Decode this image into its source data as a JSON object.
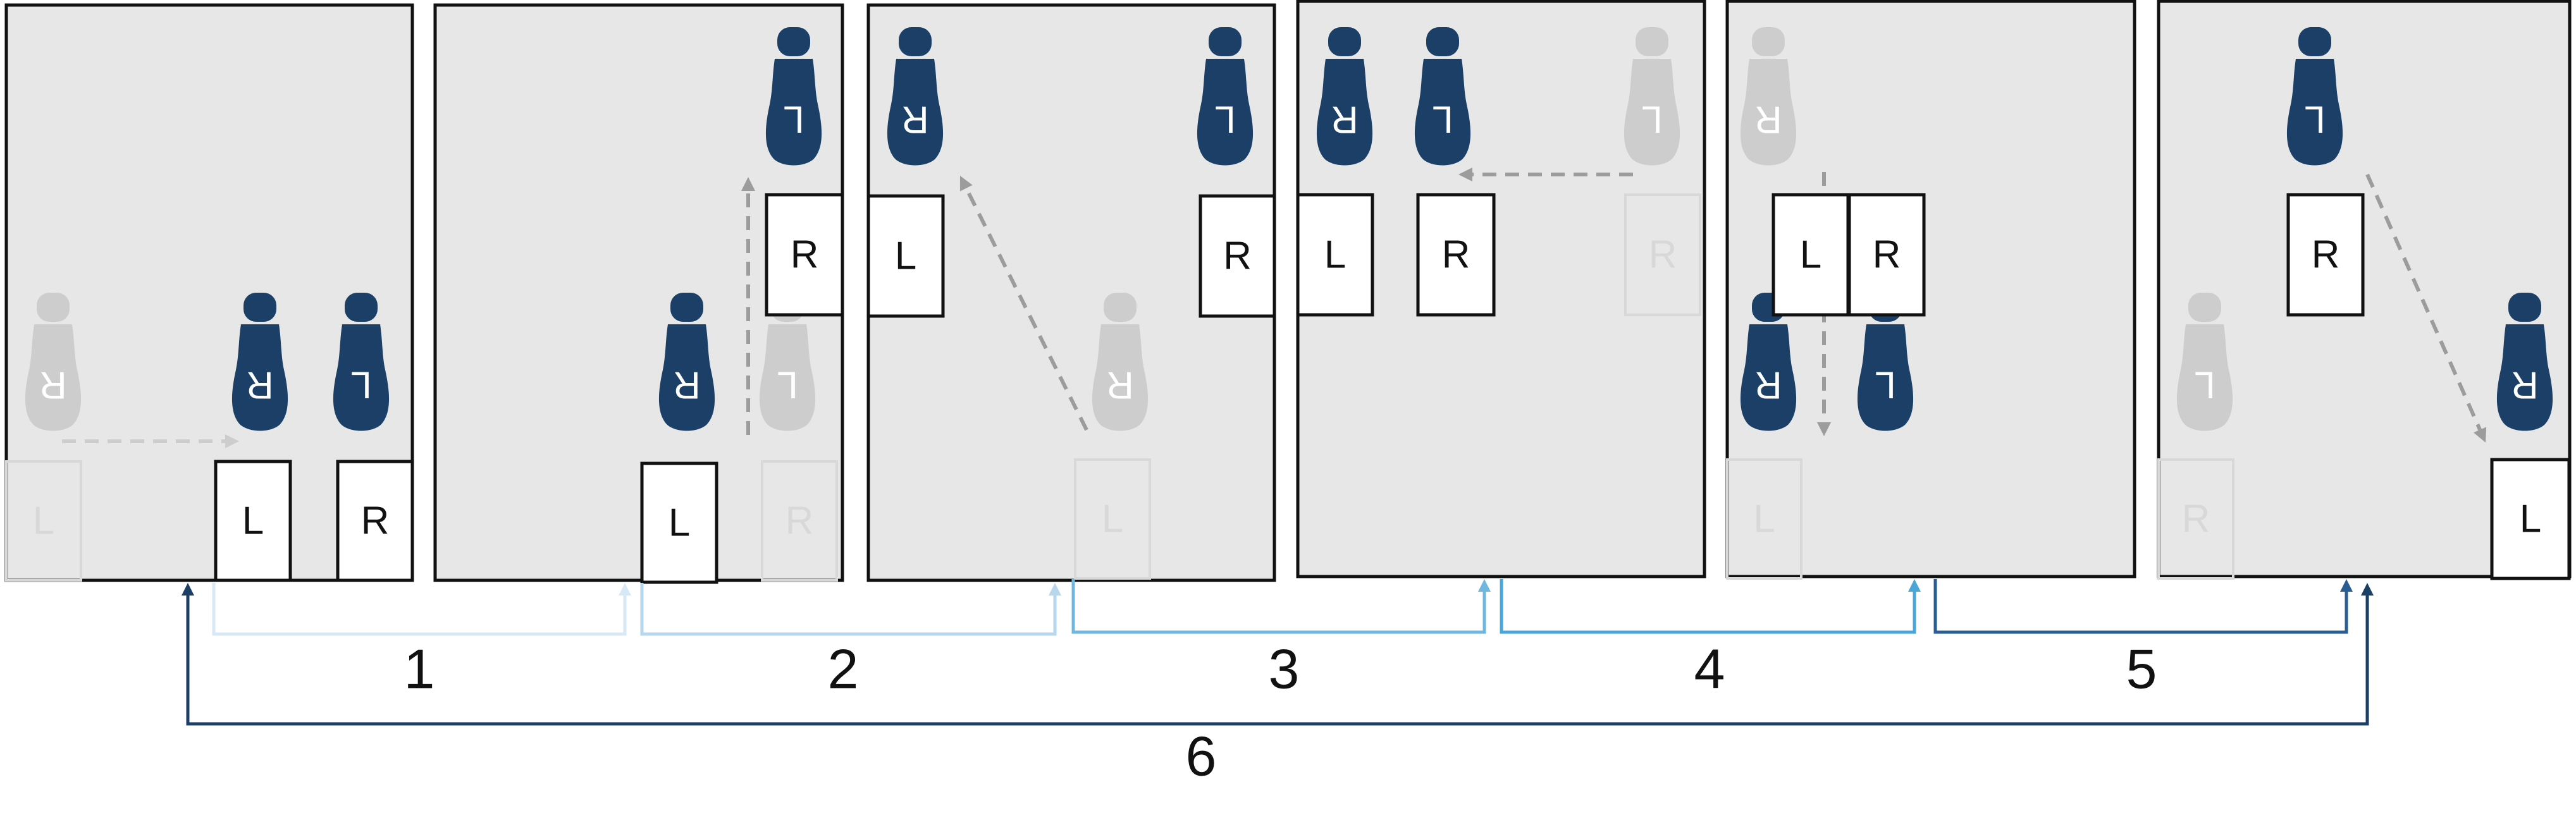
{
  "figure": {
    "palette": {
      "panel_fill": "#e7e7e7",
      "panel_stroke": "#111111",
      "foot_active": "#1b3f66",
      "foot_ghost": "#cdcdcd",
      "box_ghost": "#d8d8d8",
      "arrow_dashed": "#9c9c9c",
      "arrow_ghost": "#cdcdcd",
      "step_colors": [
        "#d8e9f6",
        "#b7d7ee",
        "#6fb7df",
        "#4aa6d8",
        "#2a5e92",
        "#1b3f66"
      ]
    },
    "panels": [
      {
        "name": "panel-1",
        "boxes": [
          {
            "label": "L",
            "state": "ghost"
          },
          {
            "label": "L",
            "state": "active"
          },
          {
            "label": "R",
            "state": "active"
          }
        ],
        "feet": [
          {
            "label": "R",
            "state": "ghost"
          },
          {
            "label": "R",
            "state": "active"
          },
          {
            "label": "L",
            "state": "active"
          }
        ],
        "arrows": [
          {
            "state": "ghost"
          }
        ]
      },
      {
        "name": "panel-2",
        "boxes": [
          {
            "label": "L",
            "state": "active"
          },
          {
            "label": "R",
            "state": "ghost"
          },
          {
            "label": "R",
            "state": "active"
          }
        ],
        "feet": [
          {
            "label": "R",
            "state": "active"
          },
          {
            "label": "L",
            "state": "ghost"
          },
          {
            "label": "L",
            "state": "active"
          }
        ],
        "arrows": [
          {
            "state": "active"
          }
        ]
      },
      {
        "name": "panel-3",
        "boxes": [
          {
            "label": "L",
            "state": "active"
          },
          {
            "label": "R",
            "state": "active"
          },
          {
            "label": "L",
            "state": "ghost"
          }
        ],
        "feet": [
          {
            "label": "R",
            "state": "active"
          },
          {
            "label": "L",
            "state": "active"
          },
          {
            "label": "R",
            "state": "ghost"
          }
        ],
        "arrows": [
          {
            "state": "active"
          }
        ]
      },
      {
        "name": "panel-4",
        "boxes": [
          {
            "label": "L",
            "state": "active"
          },
          {
            "label": "R",
            "state": "active"
          },
          {
            "label": "R",
            "state": "ghost"
          }
        ],
        "feet": [
          {
            "label": "R",
            "state": "active"
          },
          {
            "label": "L",
            "state": "active"
          },
          {
            "label": "L",
            "state": "ghost"
          }
        ],
        "arrows": [
          {
            "state": "active"
          }
        ]
      },
      {
        "name": "panel-5",
        "boxes": [
          {
            "label": "L",
            "state": "ghost"
          },
          {
            "label": "R",
            "state": "active"
          },
          {
            "label": "L",
            "state": "active"
          }
        ],
        "feet": [
          {
            "label": "R",
            "state": "ghost"
          },
          {
            "label": "L",
            "state": "active"
          },
          {
            "label": "R",
            "state": "active"
          }
        ],
        "arrows": [
          {
            "state": "active"
          }
        ]
      },
      {
        "name": "panel-6",
        "boxes": [
          {
            "label": "R",
            "state": "ghost"
          },
          {
            "label": "L",
            "state": "active"
          },
          {
            "label": "R",
            "state": "active"
          }
        ],
        "feet": [
          {
            "label": "L",
            "state": "ghost"
          },
          {
            "label": "R",
            "state": "active"
          },
          {
            "label": "L",
            "state": "active"
          }
        ],
        "arrows": [
          {
            "state": "active"
          }
        ]
      }
    ],
    "steps": [
      {
        "label": "1"
      },
      {
        "label": "2"
      },
      {
        "label": "3"
      },
      {
        "label": "4"
      },
      {
        "label": "5"
      },
      {
        "label": "6"
      }
    ]
  }
}
